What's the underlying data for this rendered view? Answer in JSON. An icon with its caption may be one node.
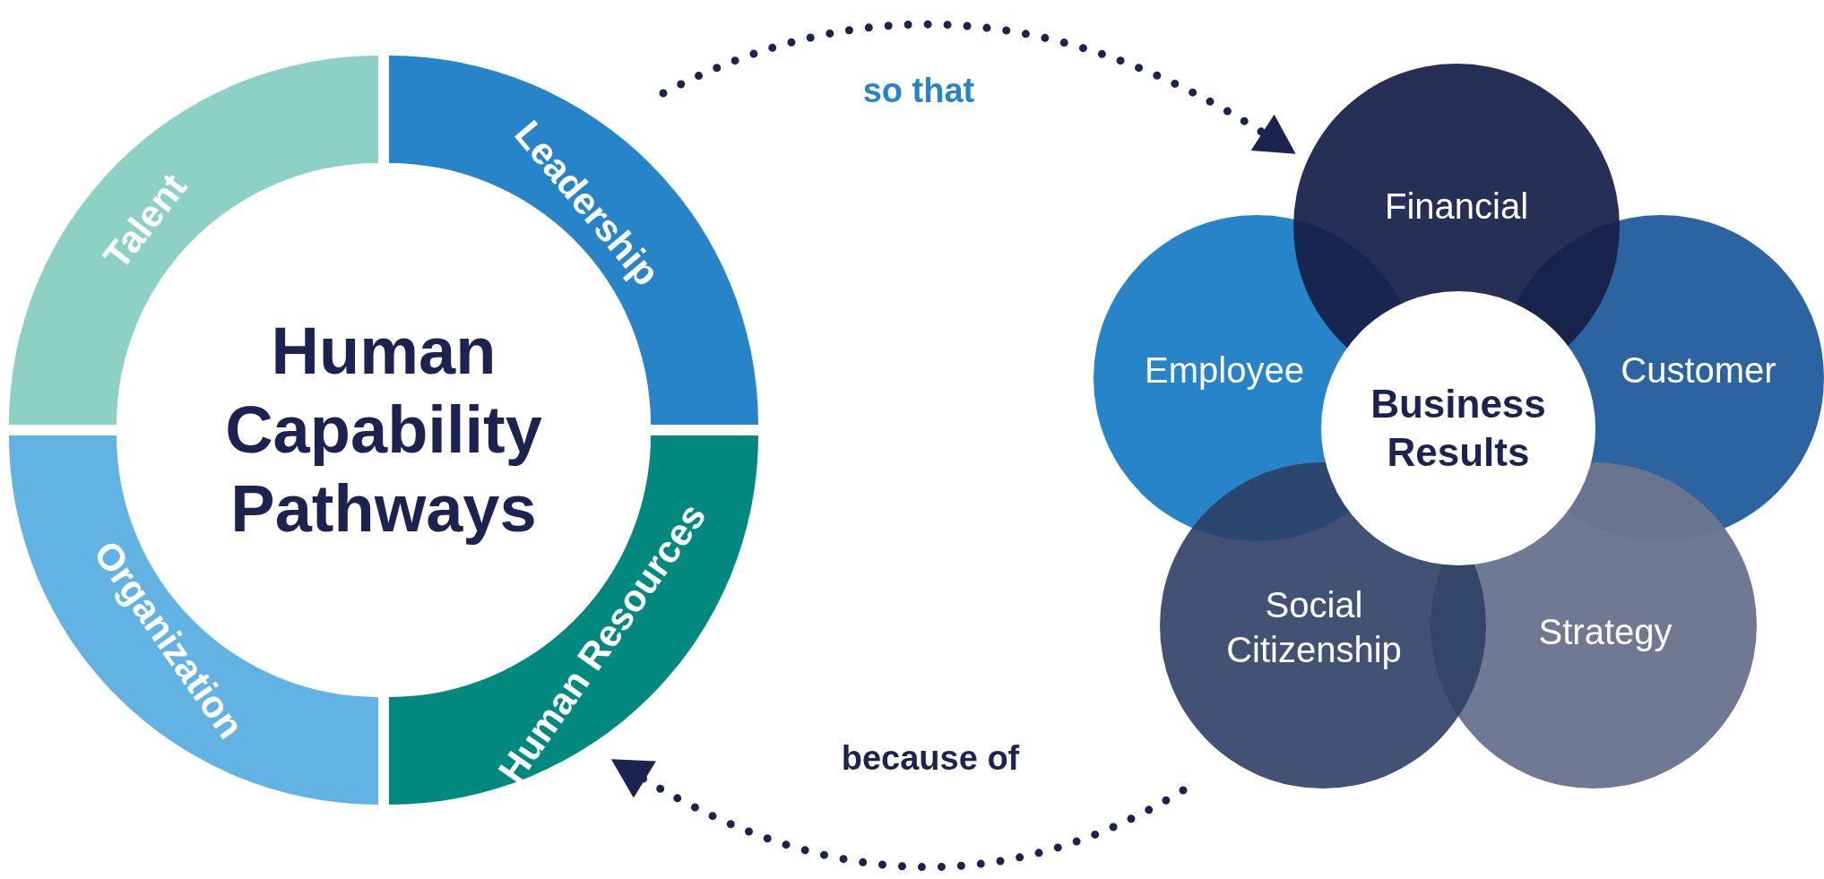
{
  "diagram": {
    "nodes": [
      {
        "text": [
          "Human Capability Pathways"
        ]
      },
      {
        "text": [
          "Talent"
        ]
      },
      {
        "text": [
          "Leadership"
        ]
      },
      {
        "text": [
          "Organization"
        ]
      },
      {
        "text": [
          "Human Resources"
        ]
      },
      {
        "text": [
          "Employee"
        ]
      },
      {
        "text": [
          "Customer"
        ]
      },
      {
        "text": [
          "Strategy"
        ]
      },
      {
        "text": [
          "Social Citizenship"
        ]
      },
      {
        "text": [
          "Financial"
        ]
      },
      {
        "text": [
          "Business Results"
        ]
      }
    ],
    "edges": [
      {
        "from": 2,
        "to": 9,
        "arrow": "to",
        "label": "so that",
        "style": "dashed"
      },
      {
        "from": 8,
        "to": 4,
        "arrow": "to",
        "label": "because of",
        "style": "dashed"
      }
    ]
  }
}
